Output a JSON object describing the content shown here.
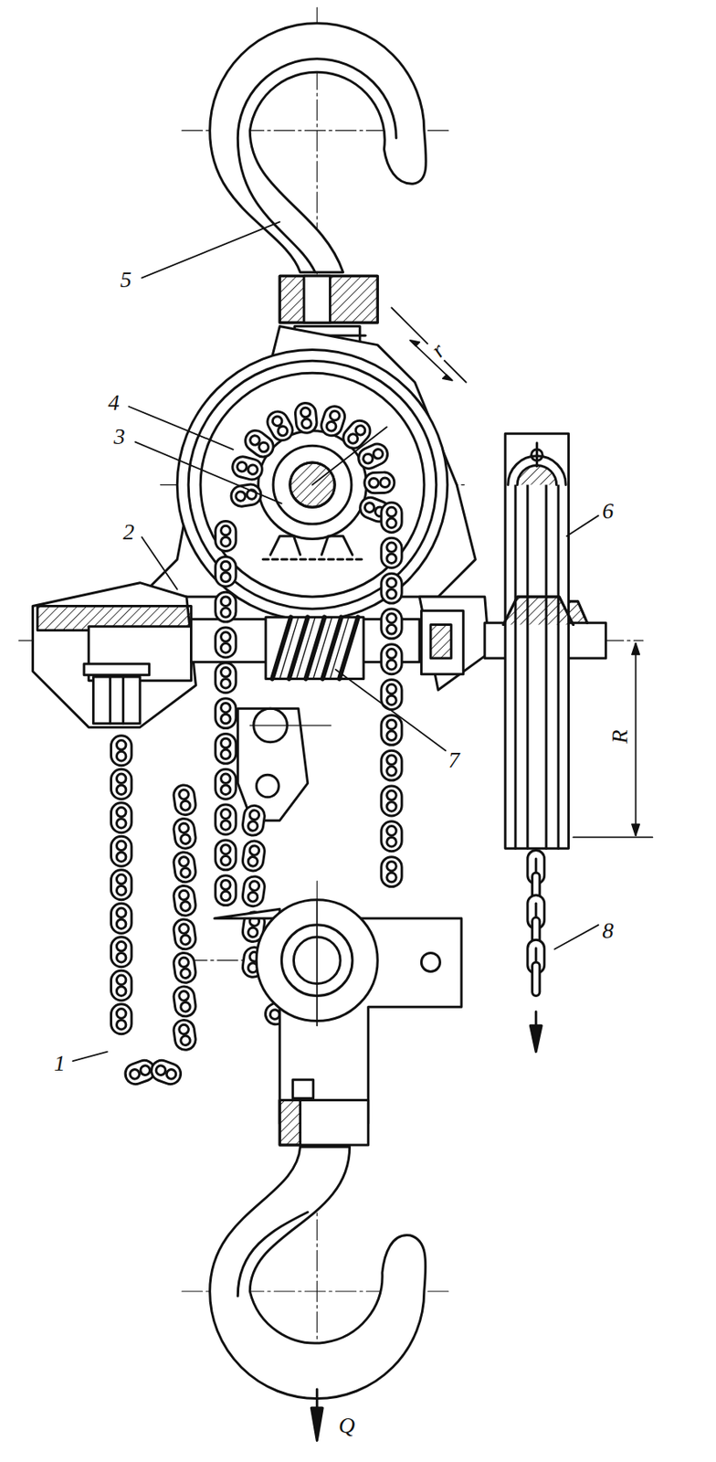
{
  "diagram": {
    "labels": [
      "5",
      "r",
      "4",
      "3",
      "6",
      "2",
      "R",
      "7",
      "8",
      "1",
      "Q"
    ]
  }
}
